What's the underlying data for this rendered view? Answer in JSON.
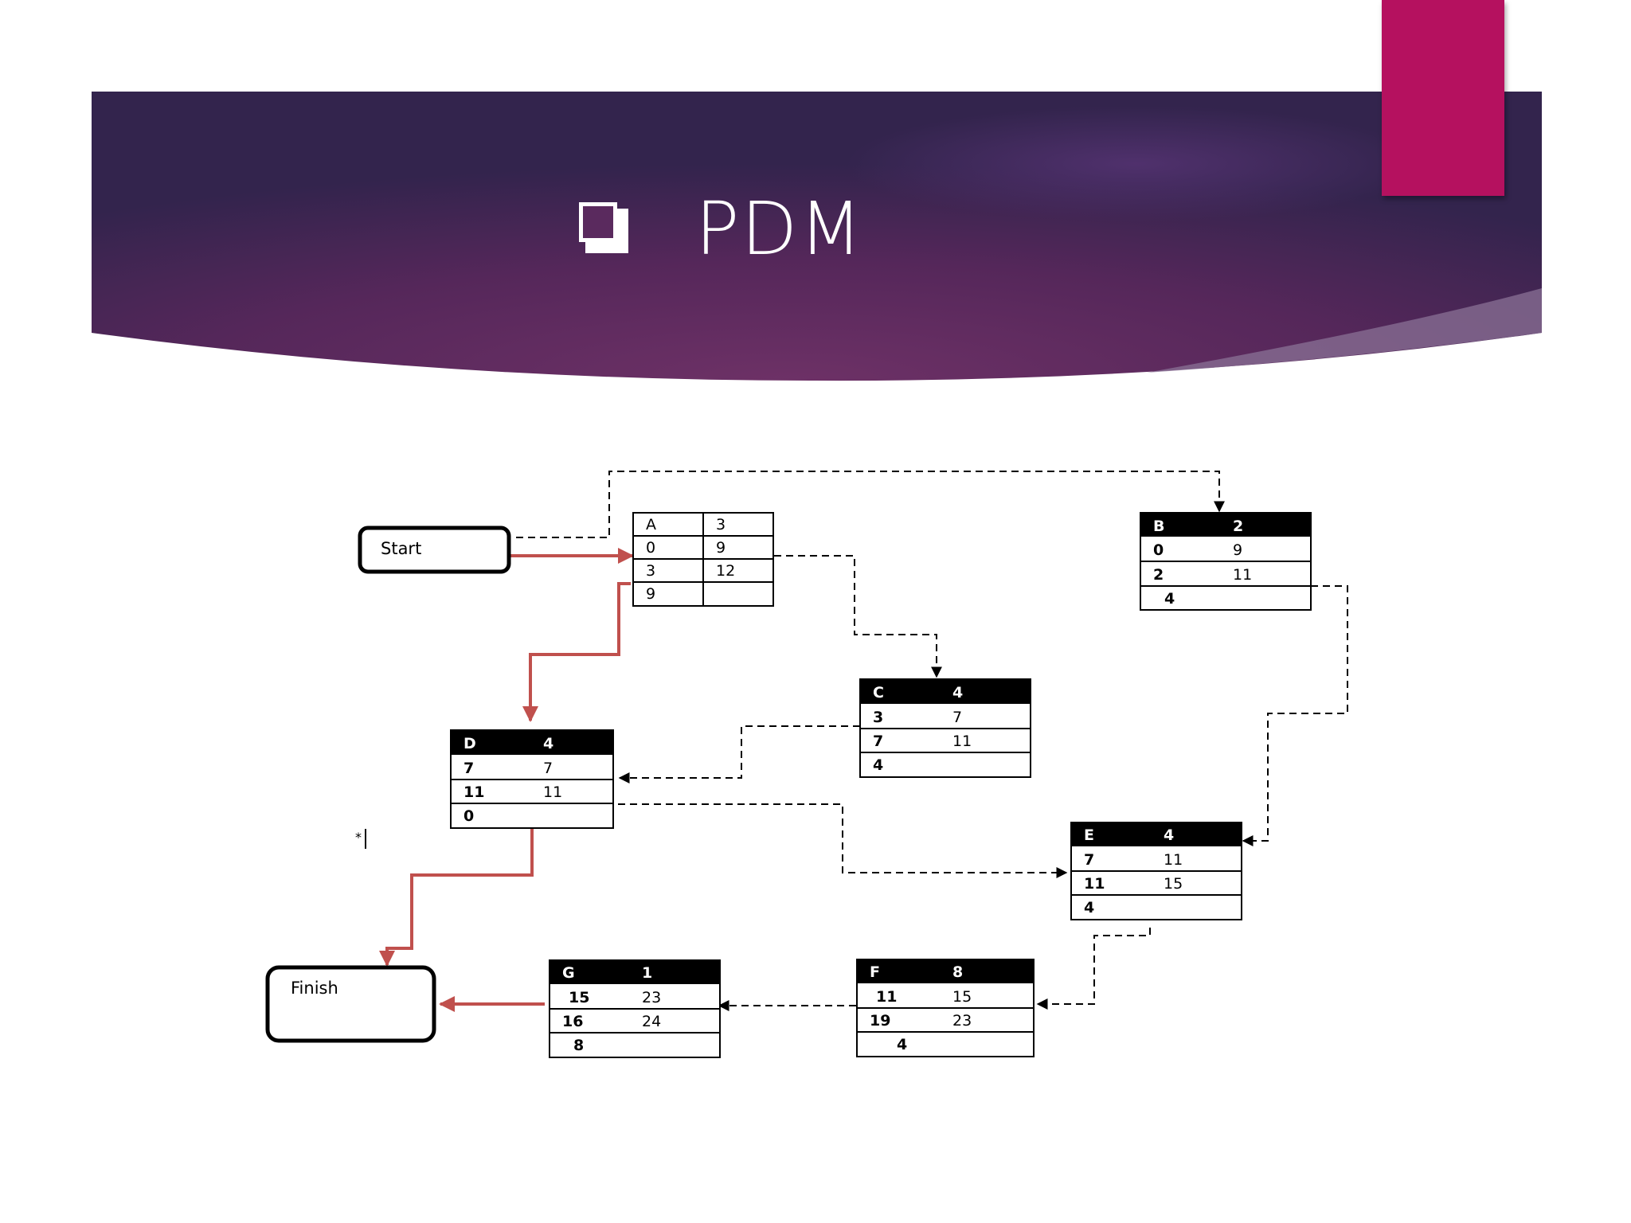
{
  "slide": {
    "title": "PDM",
    "colors": {
      "banner_dark": "#3a2552",
      "banner_mid": "#6a2e64",
      "accent_tab": "#b5115f",
      "critical_path": "#c0504d",
      "dependency": "#000000"
    }
  },
  "diagram": {
    "start": {
      "label": "Start"
    },
    "finish": {
      "label": "Finish"
    },
    "cursor_mark": "*",
    "activities": [
      {
        "id": "A",
        "duration": "3",
        "rows": [
          [
            "0",
            "9"
          ],
          [
            "3",
            "12"
          ],
          [
            "9",
            ""
          ]
        ],
        "style": "plain"
      },
      {
        "id": "B",
        "duration": "2",
        "rows": [
          [
            "0",
            "9"
          ],
          [
            "2",
            "11"
          ],
          [
            "4",
            ""
          ]
        ],
        "style": "header"
      },
      {
        "id": "C",
        "duration": "4",
        "rows": [
          [
            "3",
            "7"
          ],
          [
            "7",
            "11"
          ],
          [
            "4",
            ""
          ]
        ],
        "style": "header"
      },
      {
        "id": "D",
        "duration": "4",
        "rows": [
          [
            "7",
            "7"
          ],
          [
            "11",
            "11"
          ],
          [
            "0",
            ""
          ]
        ],
        "style": "header"
      },
      {
        "id": "E",
        "duration": "4",
        "rows": [
          [
            "7",
            "11"
          ],
          [
            "11",
            "15"
          ],
          [
            "4",
            ""
          ]
        ],
        "style": "header"
      },
      {
        "id": "F",
        "duration": "8",
        "rows": [
          [
            "11",
            "15"
          ],
          [
            "19",
            "23"
          ],
          [
            "4",
            ""
          ]
        ],
        "style": "header"
      },
      {
        "id": "G",
        "duration": "1",
        "rows": [
          [
            "15",
            "23"
          ],
          [
            "16",
            "24"
          ],
          [
            "8",
            ""
          ]
        ],
        "style": "header"
      }
    ],
    "links": [
      {
        "from": "Start",
        "to": "A",
        "critical": true
      },
      {
        "from": "Start",
        "to": "B",
        "critical": false
      },
      {
        "from": "A",
        "to": "C",
        "critical": false
      },
      {
        "from": "A",
        "to": "D",
        "critical": true
      },
      {
        "from": "C",
        "to": "D",
        "critical": false
      },
      {
        "from": "B",
        "to": "E",
        "critical": false
      },
      {
        "from": "D",
        "to": "E",
        "critical": false
      },
      {
        "from": "D",
        "to": "Finish",
        "critical": true
      },
      {
        "from": "E",
        "to": "F",
        "critical": false
      },
      {
        "from": "F",
        "to": "G",
        "critical": false
      },
      {
        "from": "G",
        "to": "Finish",
        "critical": true
      }
    ]
  }
}
